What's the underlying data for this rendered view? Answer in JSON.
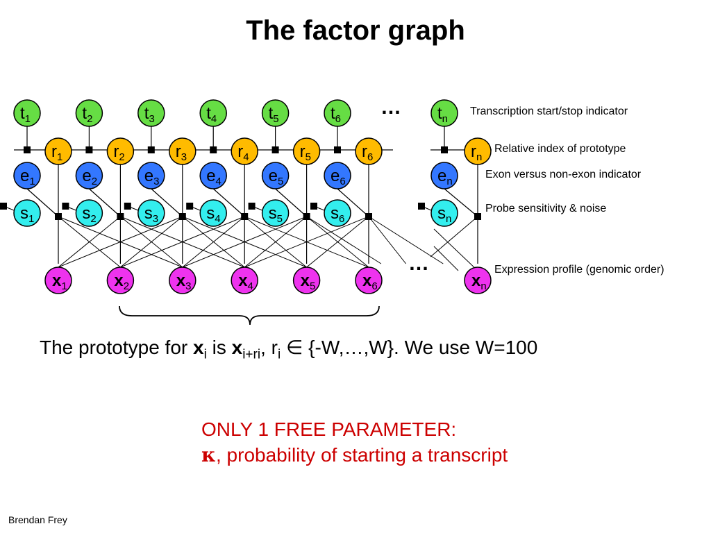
{
  "title": "The factor graph",
  "columns": [
    "1",
    "2",
    "3",
    "4",
    "5",
    "6"
  ],
  "last_column": "n",
  "node_letters": {
    "t": "t",
    "r": "r",
    "e": "e",
    "s": "s",
    "x": "x"
  },
  "ellipsis": "…",
  "labels": {
    "t": "Transcription start/stop indicator",
    "r": "Relative index of prototype",
    "e": "Exon versus non-exon indicator",
    "s": "Probe sensitivity & noise",
    "x": "Expression profile (genomic order)"
  },
  "caption": {
    "prefix": "The prototype for ",
    "x1": "x",
    "i1": "i",
    "is": " is ",
    "x2": "x",
    "i2": "i+ri",
    "comma": ", ",
    "r": "r",
    "i3": "i",
    "suffix": " ∈ {-W,…,W}. We use W=100"
  },
  "parameter": {
    "line1": "ONLY 1 FREE PARAMETER:",
    "kappa": "κ",
    "line2": ", probability of starting a transcript"
  },
  "author": "Brendan Frey",
  "colors": {
    "t": "#66dd44",
    "r": "#ffbb00",
    "e": "#3377ff",
    "s": "#33eeee",
    "x": "#ee33ee",
    "caption_red": "#cc0000"
  }
}
